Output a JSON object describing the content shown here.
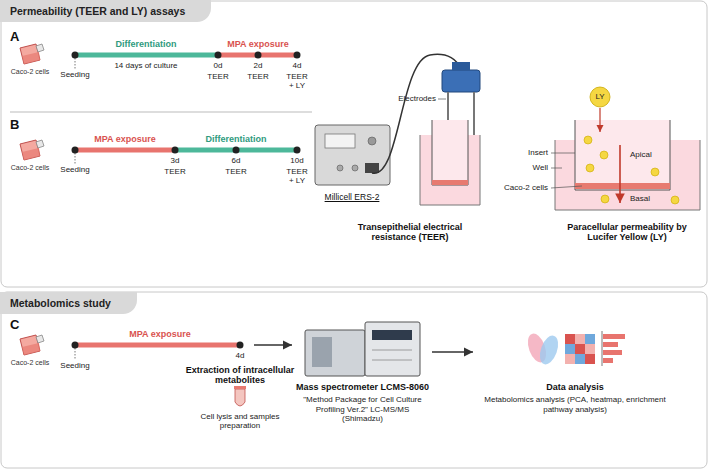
{
  "diagram": {
    "nodes": [
      {
        "text": [
          "Permeability (TEER and LY) assays"
        ]
      },
      {
        "text": [
          "Metabolomics study"
        ]
      },
      {
        "text": [
          "Mass spectrometer LCMS-8060",
          "\"Method Package for Cell Culture Profiling Ver.2\" LC-MS/MS (Shimadzu)"
        ]
      },
      {
        "text": [
          "Data analysis",
          "Metabolomics analysis (PCA, heatmap, enrichment pathway analysis)"
        ]
      }
    ],
    "edges": [
      {
        "from": 2,
        "to": 3,
        "arrow": "to"
      }
    ],
    "labels": [
      "A",
      "Differentiation",
      "MPA exposure",
      "Caco-2 cells",
      "Seeding",
      "14 days of culture",
      "0d",
      "TEER",
      "2d",
      "TEER",
      "4d",
      "TEER + LY",
      "B",
      "MPA exposure",
      "Differentiation",
      "Caco-2 cells",
      "Seeding",
      "3d",
      "TEER",
      "6d",
      "TEER",
      "10d",
      "TEER + LY",
      "Millicell ERS-2",
      "Electrodes",
      "Transepithelial electrical resistance (TEER)",
      "LY",
      "Insert",
      "Well",
      "Caco-2 cells",
      "Apical",
      "Basal",
      "Paracellular permeability by Lucifer Yellow (LY)",
      "C",
      "Caco-2 cells",
      "MPA exposure",
      "Seeding",
      "4d",
      "Extraction of intracellular metabolites",
      "Cell lysis and samples preparation"
    ]
  }
}
